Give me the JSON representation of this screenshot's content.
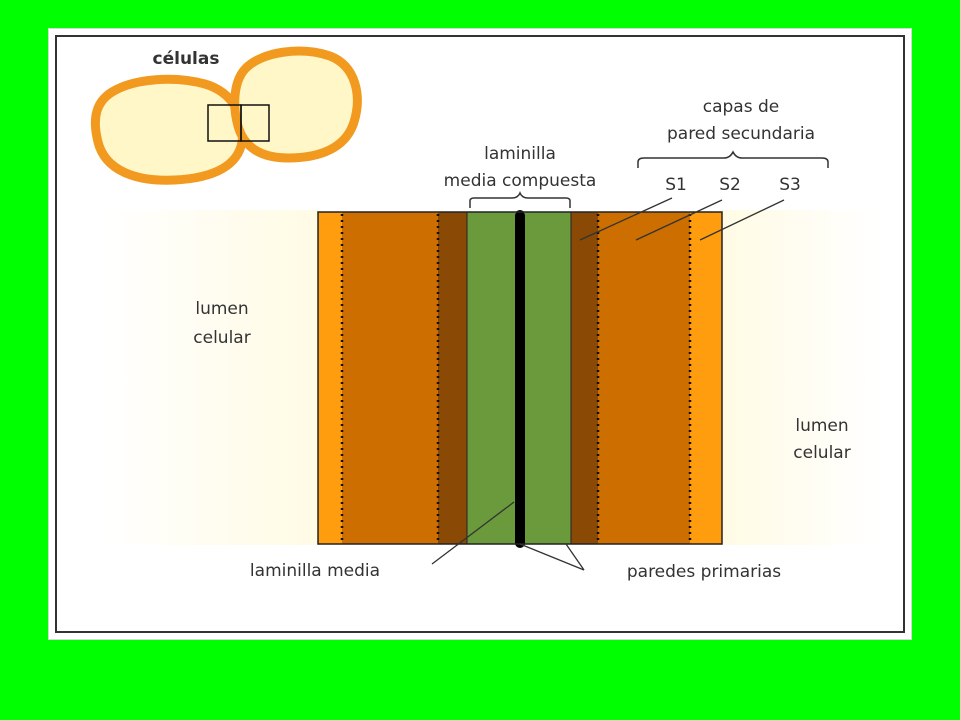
{
  "labels": {
    "cells": "células",
    "secondary_title_line1": "capas de",
    "secondary_title_line2": "pared secundaria",
    "compound_line1": "laminilla",
    "compound_line2": "media compuesta",
    "s1": "S1",
    "s2": "S2",
    "s3": "S3",
    "lumen_left_line1": "lumen",
    "lumen_left_line2": "celular",
    "lumen_right_line1": "lumen",
    "lumen_right_line2": "celular",
    "middle_lamella": "laminilla media",
    "primary_walls": "paredes primarias"
  },
  "colors": {
    "slide_background": "#00ff00",
    "panel_background": "#ffffff",
    "cell_fill": "#fff7c8",
    "cell_outline": "#f29a20",
    "lumen": "#fffbe4",
    "s3_layer": "#ff9d0f",
    "s2_layer": "#cc6e00",
    "s1_layer": "#8a4a05",
    "primary_wall": "#6a9a3c",
    "middle_lamella": "#000000",
    "text": "#333333"
  }
}
